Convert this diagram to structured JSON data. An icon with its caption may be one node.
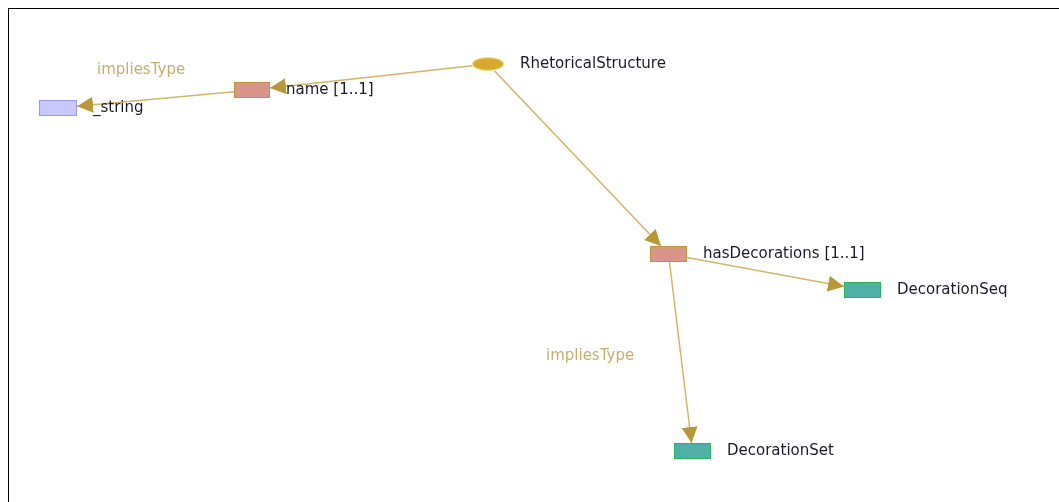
{
  "diagram": {
    "nodes": [
      {
        "text": [],
        "shape": "ellipse",
        "beside": [
          "RhetoricalStructure"
        ]
      },
      {
        "text": [],
        "shape": "box",
        "beside": [
          "name [1..1]"
        ]
      },
      {
        "text": [],
        "shape": "box",
        "beside": [
          "_string"
        ]
      },
      {
        "text": [],
        "shape": "box",
        "beside": [
          "hasDecorations [1..1]"
        ]
      },
      {
        "text": [],
        "shape": "box",
        "beside": [
          "DecorationSeq"
        ]
      },
      {
        "text": [],
        "shape": "box",
        "beside": [
          "DecorationSet"
        ]
      }
    ],
    "edges": [
      {
        "from": 0,
        "to": 1,
        "arrow": "to"
      },
      {
        "from": 1,
        "to": 2,
        "arrow": "to",
        "label": "impliesType"
      },
      {
        "from": 0,
        "to": 3,
        "arrow": "to"
      },
      {
        "from": 3,
        "to": 4,
        "arrow": "to"
      },
      {
        "from": 3,
        "to": 5,
        "arrow": "to",
        "label": "impliesType"
      }
    ]
  }
}
